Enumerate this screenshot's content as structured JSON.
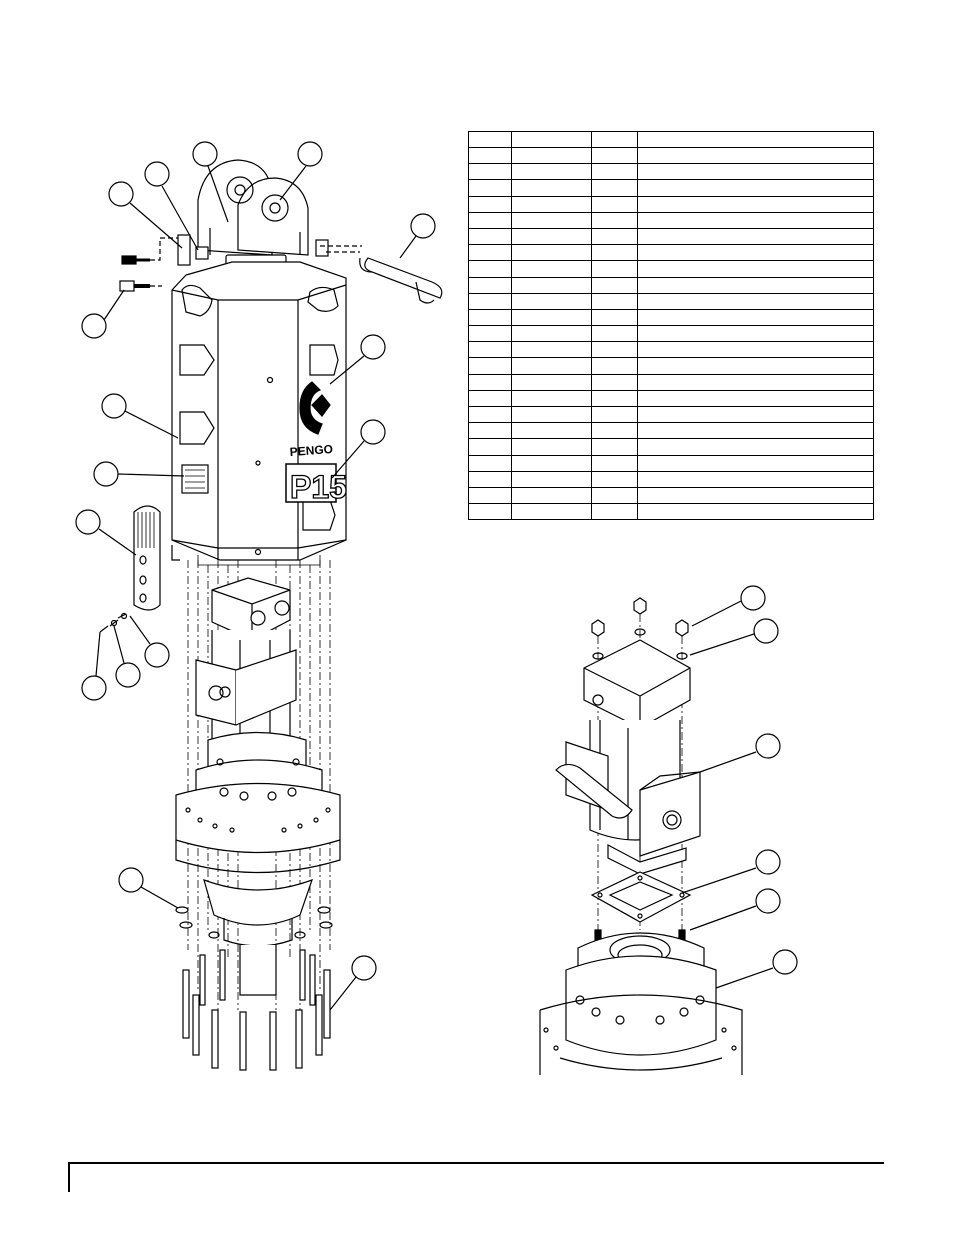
{
  "decal": {
    "brand": "PENGO",
    "model": "P15"
  },
  "parts_table": {
    "rows": 24,
    "cols": 4
  },
  "callouts": {
    "main_assembly": 16,
    "inset_assembly": 6
  }
}
